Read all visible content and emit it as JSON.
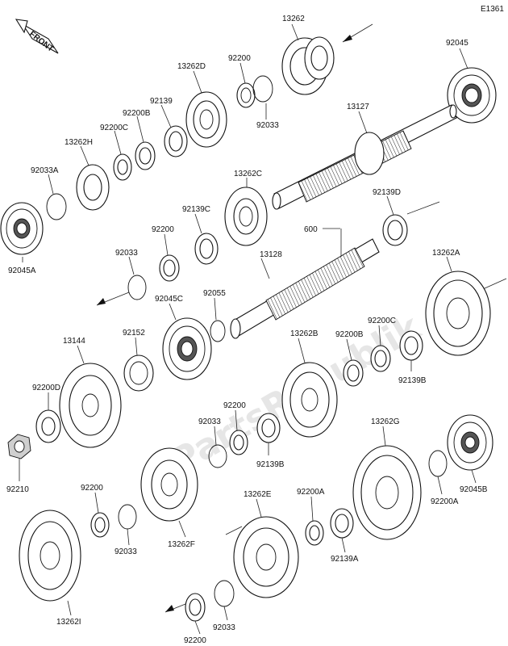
{
  "diagram_code": "E1361",
  "front_label": "FRONT",
  "watermark": "PartsRepublik",
  "parts": {
    "p13262": "13262",
    "p92045": "92045",
    "p92200_top": "92200",
    "p13262D": "13262D",
    "p92139": "92139",
    "p92200B": "92200B",
    "p92033_top": "92033",
    "p92200C": "92200C",
    "p13262H": "13262H",
    "p13127": "13127",
    "p92033A": "92033A",
    "p13262C": "13262C",
    "p92139D": "92139D",
    "p92045A": "92045A",
    "p92139C": "92139C",
    "p92200_mid": "92200",
    "p600": "600",
    "p92033_mid": "92033",
    "p13128": "13128",
    "p13262A": "13262A",
    "p92045C": "92045C",
    "p92055": "92055",
    "p13144": "13144",
    "p92152": "92152",
    "p13262B": "13262B",
    "p92200B_2": "92200B",
    "p92200C_2": "92200C",
    "p92200D": "92200D",
    "p92139B": "92139B",
    "p92200_low": "92200",
    "p92033_low": "92033",
    "p13262G": "13262G",
    "p92139B_2": "92139B",
    "p92210": "92210",
    "p92200_bl": "92200",
    "p13262F": "13262F",
    "p92045B": "92045B",
    "p92200A": "92200A",
    "p13262E": "13262E",
    "p92200A_2": "92200A",
    "p92033_bl": "92033",
    "p92139A": "92139A",
    "p13262I": "13262I",
    "p92033_bot": "92033",
    "p92200_bot": "92200"
  }
}
